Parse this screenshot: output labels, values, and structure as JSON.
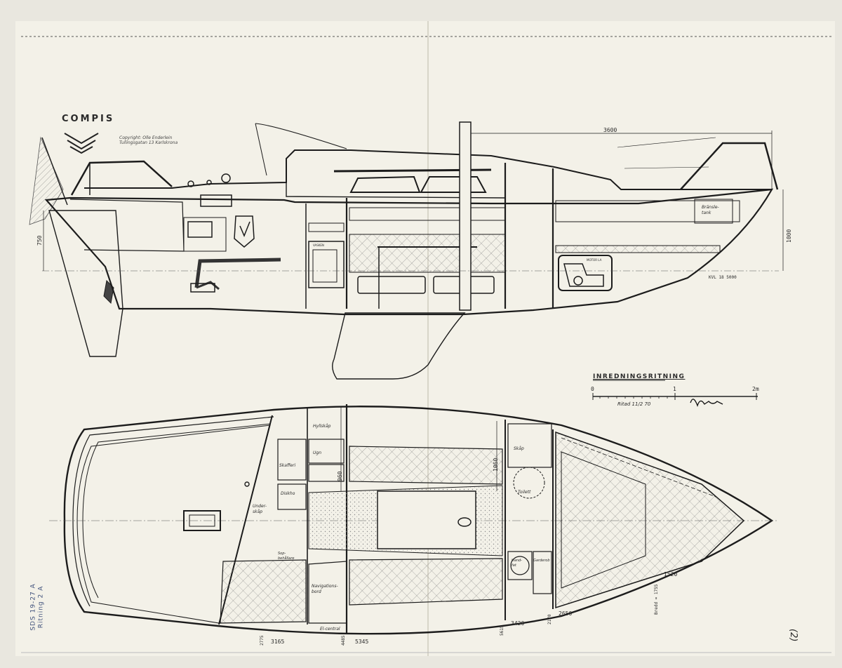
{
  "title": "COMPIS",
  "designer": {
    "line1": "Copyright: Olle Enderlein",
    "line2": "Tullingsgatan 13  Karlskrona"
  },
  "drawing_title": "INREDNINGSRITNING",
  "scale": {
    "ticks": [
      "0",
      "1",
      "2m"
    ],
    "note": "Ritad  11/2 70"
  },
  "dimensions": {
    "mast_to_bow": "3600",
    "stern_height": "750",
    "bow_height": "1000",
    "waterline": "KVL  18  5000",
    "beam_half": "960",
    "locker_width": "1060",
    "breadth_note": "Bredd = 1755",
    "fwd_width": "1520",
    "st_2775": "2775",
    "st_3165": "3165",
    "st_4485": "4485",
    "st_5345": "5345",
    "st_5615": "5615",
    "st_3420": "3420",
    "st_2170": "2170",
    "st_2650": "2650"
  },
  "labels": {
    "fuel_tank": "Bränsle-\ntank",
    "shelf": "Hyllskåp",
    "pantry": "Skafferi",
    "stove": "Ugn",
    "sink": "Diskho",
    "under_shelf": "Under-\nskåp",
    "waste": "Sop-\nbehållare",
    "nav_table": "Navigations-\nbord",
    "el_central": "El-central",
    "cupboard": "Skåp",
    "toilet": "Toilett",
    "washbasin": "Hand-\nfat",
    "wardrobe": "Garderob",
    "sink_profile": "VASKEN",
    "engine": "MOTOR  LA"
  },
  "sheet_number": "(2)",
  "stamp": [
    "SDS 19-27 A",
    "Ritning 2 A"
  ]
}
